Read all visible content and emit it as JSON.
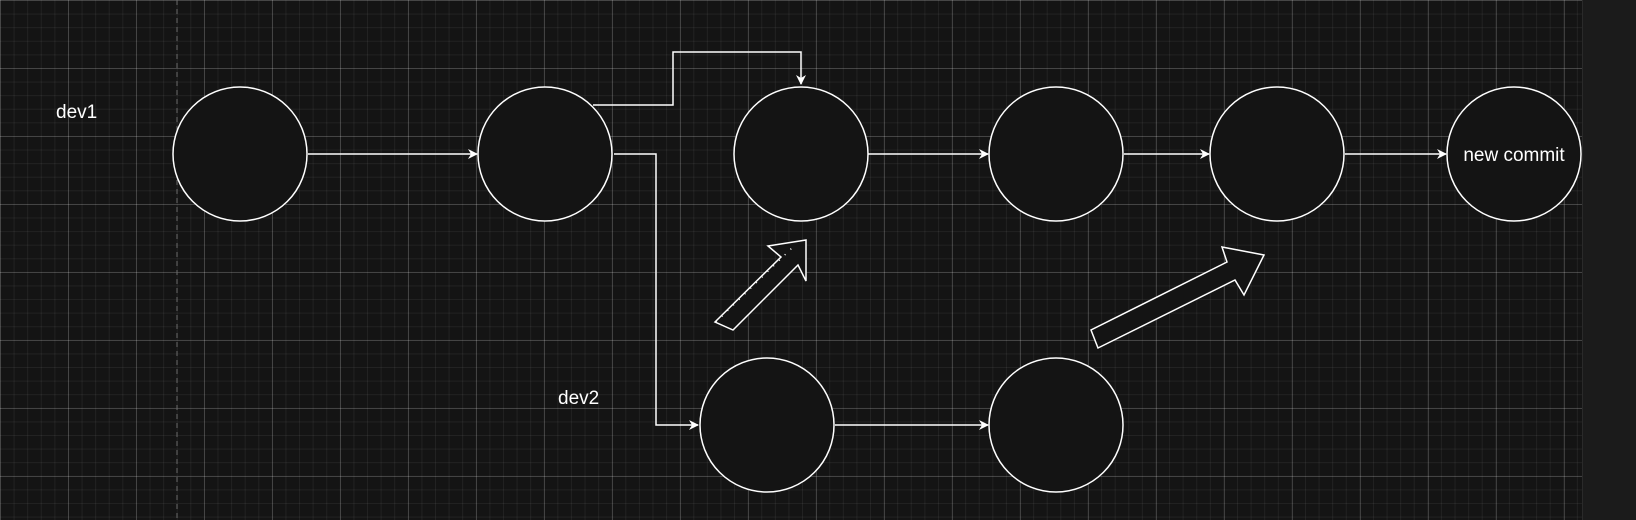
{
  "labels": {
    "dev1": "dev1",
    "dev2": "dev2"
  },
  "nodes": {
    "n1": "",
    "n2": "",
    "n3": "",
    "n4": "",
    "n5": "",
    "n6": "new commit",
    "n7": "",
    "n8": ""
  },
  "colors": {
    "background": "#141414",
    "stroke": "#ffffff",
    "node_fill": "#141414"
  }
}
